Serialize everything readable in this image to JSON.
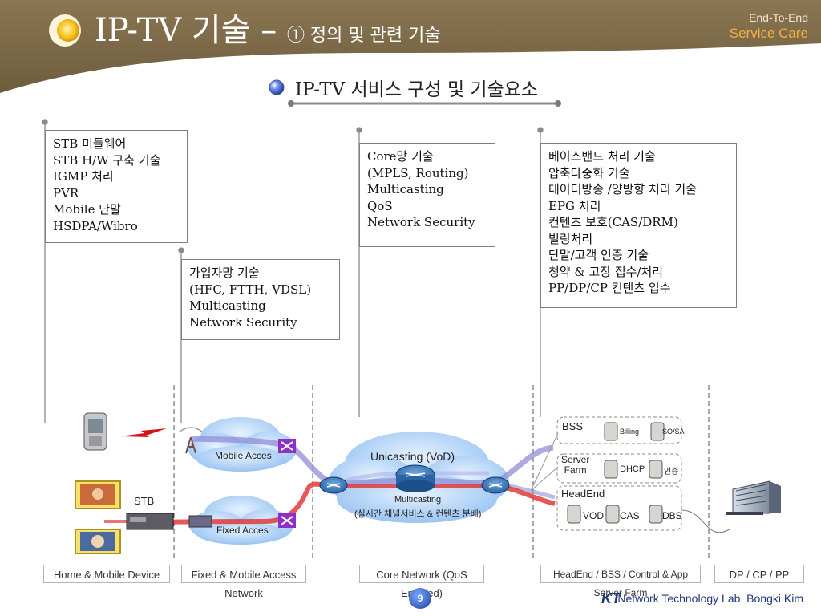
{
  "header": {
    "title": "IP-TV 기술 –",
    "subtitle": "① 정의 및 관련 기술",
    "brand_line1": "End-To-End",
    "brand_line2": "Service Care"
  },
  "subheading": "IP-TV 서비스 구성 및 기술요소",
  "boxes": {
    "stb": "STB 미들웨어\nSTB H/W 구축 기술\nIGMP 처리\nPVR\nMobile 단말\nHSDPA/Wibro",
    "access": "가입자망 기술\n(HFC, FTTH, VDSL)\nMulticasting\nNetwork Security",
    "core": "Core망 기술\n(MPLS, Routing)\nMulticasting\nQoS\nNetwork Security",
    "headend": "베이스밴드 처리 기술\n압축다중화 기술\n데이터방송 /양방향 처리 기술\nEPG 처리\n컨텐츠 보호(CAS/DRM)\n빌링처리\n단말/고객 인증 기술\n청약 & 고장 접수/처리\nPP/DP/CP 컨텐츠 입수"
  },
  "diagram": {
    "mobile_access": "Mobile Acces",
    "fixed_access": "Fixed Acces",
    "unicasting": "Unicasting (VoD)",
    "multicasting": "Multicasting",
    "multicasting_sub": "(실시간 채널서비스 & 컨텐츠 분배)",
    "stb_label": "STB",
    "bss": "BSS",
    "billing": "Billing",
    "so_sa": "SO/SA",
    "server_farm": "Server\nFarm",
    "dhcp": "DHCP",
    "auth": "인증",
    "headend": "HeadEnd",
    "vod": "VOD",
    "cas": "CAS",
    "dbs": "DBS"
  },
  "zones": [
    "Home & Mobile Device",
    "Fixed & Mobile Access Network",
    "Core Network (QoS Enabled)",
    "HeadEnd / BSS / Control & App Server Farm",
    "DP / CP / PP"
  ],
  "footer": {
    "logo": "KT",
    "credit": "Network Technology Lab. Bongki Kim",
    "page": "9"
  },
  "colors": {
    "header": "#7d6a4b",
    "unicast_flow": "#8f8fd8",
    "multicast_flow": "#e23a3a",
    "cloud": "#9ec9ff",
    "accent_blue": "#1f3a78"
  }
}
